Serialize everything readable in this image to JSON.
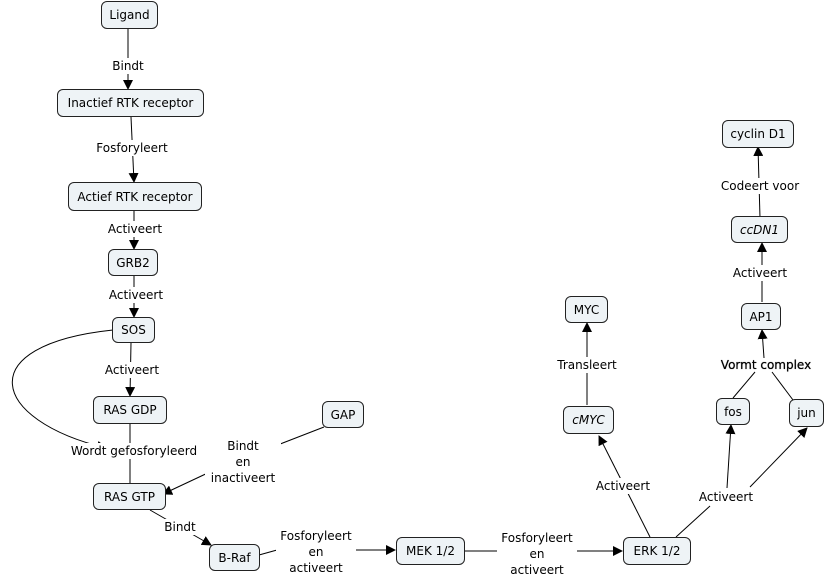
{
  "nodes": {
    "ligand": "Ligand",
    "inactief_rtk": "Inactief RTK receptor",
    "actief_rtk": "Actief RTK receptor",
    "grb2": "GRB2",
    "sos": "SOS",
    "ras_gdp": "RAS GDP",
    "ras_gtp": "RAS GTP",
    "gap": "GAP",
    "braf": "B-Raf",
    "mek": "MEK 1/2",
    "erk": "ERK 1/2",
    "cmyc": "cMYC",
    "myc": "MYC",
    "fos": "fos",
    "jun": "jun",
    "ap1": "AP1",
    "ccdn1": "ccDN1",
    "cyclin_d1": "cyclin D1"
  },
  "labels": {
    "bindt_1": "Bindt",
    "fosforyleert_1": "Fosforyleert",
    "activeert_1": "Activeert",
    "activeert_2": "Activeert",
    "activeert_3": "Activeert",
    "wordt_gefosforyleerd": "Wordt gefosforyleerd",
    "bindt_inactiveert": "Bindt\nen\ninactiveert",
    "bindt_2": "Bindt",
    "fosforyleert_activeert_1": "Fosforyleert\nen\nactiveert",
    "fosforyleert_activeert_2": "Fosforyleert\nen\nactiveert",
    "activeert_erk_cmyc": "Activeert",
    "activeert_erk_fosjun": "Activeert",
    "transleert": "Transleert",
    "vormt_complex": "Vormt complex",
    "activeert_ap1": "Activeert",
    "codeert_voor": "Codeert voor"
  }
}
